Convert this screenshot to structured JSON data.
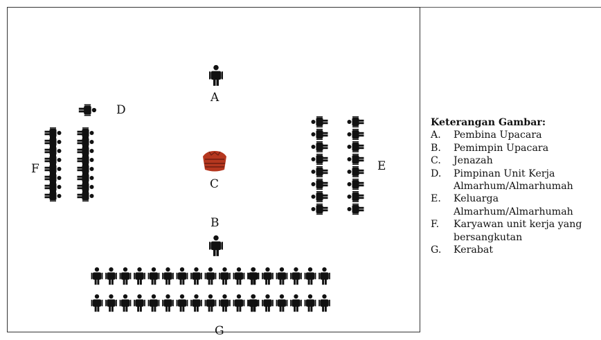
{
  "diagram": {
    "labels": {
      "a": "A",
      "b": "B",
      "c": "C",
      "d": "D",
      "e": "E",
      "f": "F",
      "g": "G"
    }
  },
  "legend": {
    "title": "Keterangan Gambar:",
    "items": [
      {
        "key": "A.",
        "lines": [
          "Pembina Upacara"
        ]
      },
      {
        "key": "B.",
        "lines": [
          "Pemimpin Upacara"
        ]
      },
      {
        "key": "C.",
        "lines": [
          "Jenazah"
        ]
      },
      {
        "key": "D.",
        "lines": [
          "Pimpinan Unit Kerja",
          "Almarhum/Almarhumah"
        ]
      },
      {
        "key": "E.",
        "lines": [
          "Keluarga",
          "Almarhum/Almarhumah"
        ]
      },
      {
        "key": "F.",
        "lines": [
          "Karyawan unit kerja yang",
          "bersangkutan"
        ]
      },
      {
        "key": "G.",
        "lines": [
          "Kerabat"
        ]
      }
    ]
  },
  "colors": {
    "figure": "#111111",
    "coffin": "#b5371f",
    "coffin_dark": "#6e1d10"
  }
}
